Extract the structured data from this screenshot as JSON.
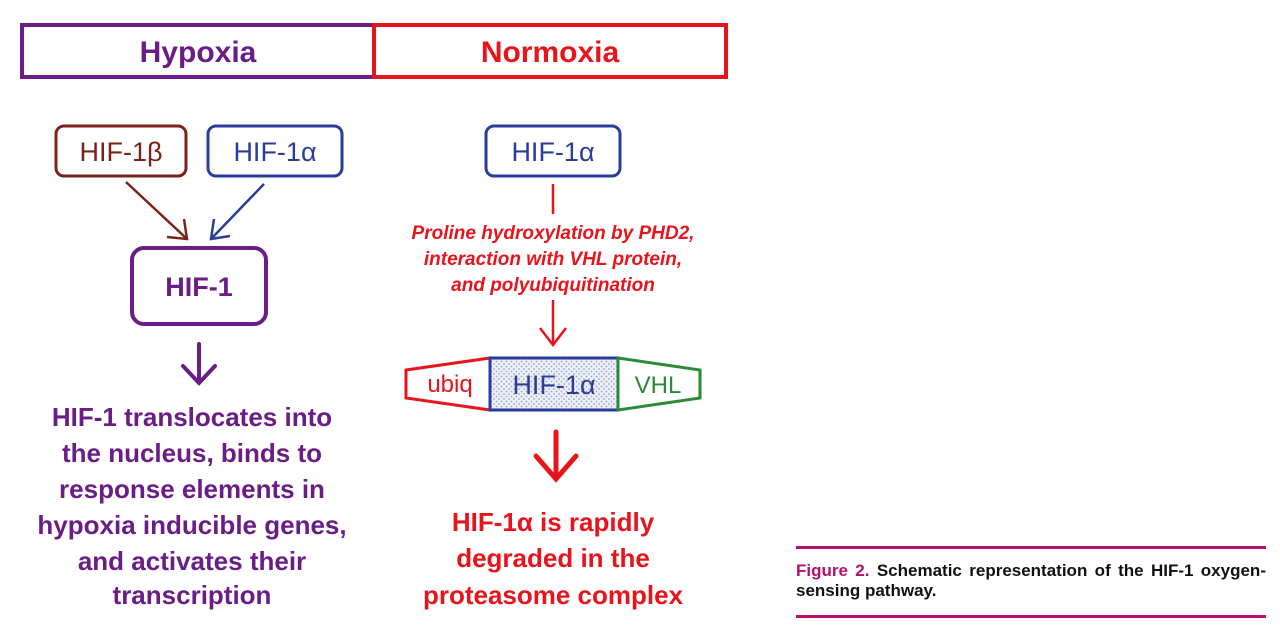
{
  "header": {
    "left_label": "Hypoxia",
    "right_label": "Normoxia",
    "left_color": "#6a1d86",
    "right_color": "#e8141c"
  },
  "hypoxia": {
    "hif1b_label": "HIF-1β",
    "hif1a_label": "HIF-1α",
    "hif1_label": "HIF-1",
    "outcome_lines": [
      "HIF-1 translocates into",
      "the nucleus, binds to",
      "response elements in",
      "hypoxia inducible genes,",
      "and activates their",
      "transcription"
    ],
    "hif1b_color": "#7a2318",
    "hif1a_color": "#2a3d9a",
    "text_color": "#6a1d86"
  },
  "normoxia": {
    "hif1a_label": "HIF-1α",
    "process_lines": [
      "Proline hydroxylation by PHD2,",
      "interaction with VHL protein,",
      "and polyubiquitination"
    ],
    "complex": {
      "ubiq_label": "ubiq",
      "center_label": "HIF-1α",
      "vhl_label": "VHL",
      "ubiq_color": "#e8141c",
      "center_color": "#2a3d9a",
      "vhl_color": "#2a8a3a"
    },
    "outcome_lines": [
      "HIF-1α is rapidly",
      "degraded in the",
      "proteasome complex"
    ],
    "text_color": "#e8141c"
  },
  "caption": {
    "figure_label": "Figure 2.",
    "text": "Schematic representation of the HIF-1 oxygen-sensing pathway."
  }
}
